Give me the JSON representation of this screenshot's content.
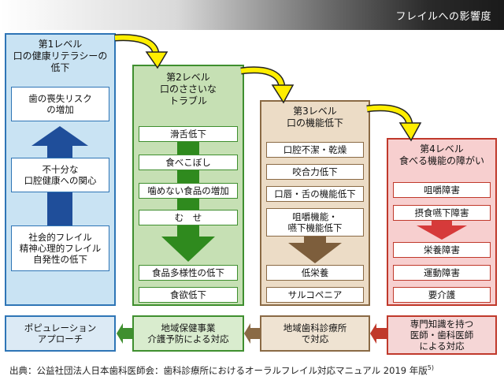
{
  "title": "フレイルへの影響度",
  "levels": [
    {
      "heading": "第1レベル\n口の健康リテラシーの低下",
      "items": [
        "歯の喪失リスク\nの増加",
        "不十分な\n口腔健康への関心",
        "社会的フレイル\n精神心理的フレイル\n自発性の低下"
      ],
      "response": "ポピュレーション\nアプローチ",
      "colors": {
        "border": "#2e75b6",
        "fill": "#c9e3f3",
        "arrow": "#1f4e9a",
        "response_border": "#2e75b6",
        "response_fill": "#dceaf5"
      }
    },
    {
      "heading": "第2レベル\n口のささいな\nトラブル",
      "items": [
        "滑舌低下",
        "食べこぼし",
        "噛めない食品の増加",
        "む　せ",
        "食品多様性の低下",
        "食欲低下"
      ],
      "response": "地域保健事業\n介護予防による対応",
      "colors": {
        "border": "#3f8f2f",
        "fill": "#c6e0b4",
        "arrow": "#2f8a1e",
        "response_border": "#3f8f2f",
        "response_fill": "#d9ecce"
      }
    },
    {
      "heading": "第3レベル\n口の機能低下",
      "items": [
        "口腔不潔・乾燥",
        "咬合力低下",
        "口唇・舌の機能低下",
        "咀嚼機能・\n嚥下機能低下",
        "低栄養",
        "サルコペニア"
      ],
      "response": "地域歯科診療所\nで対応",
      "colors": {
        "border": "#8a6a45",
        "fill": "#ecdcc6",
        "arrow": "#7d5e3c",
        "response_border": "#8a6a45",
        "response_fill": "#efe3d2"
      }
    },
    {
      "heading": "第4レベル\n食べる機能の障がい",
      "items": [
        "咀嚼障害",
        "摂食嚥下障害",
        "栄養障害",
        "運動障害",
        "要介護"
      ],
      "response": "専門知識を持つ\n医師・歯科医師\nによる対応",
      "colors": {
        "border": "#c0392b",
        "fill": "#f7cfcf",
        "arrow": "#d63a3a",
        "response_border": "#c0392b",
        "response_fill": "#f5d6d6"
      }
    }
  ],
  "footer": "出典：公益社団法人日本歯科医師会：歯科診療所におけるオーラルフレイル対応マニュアル 2019 年版",
  "footer_sup": "5)",
  "accent_yellow": "#ffee00"
}
